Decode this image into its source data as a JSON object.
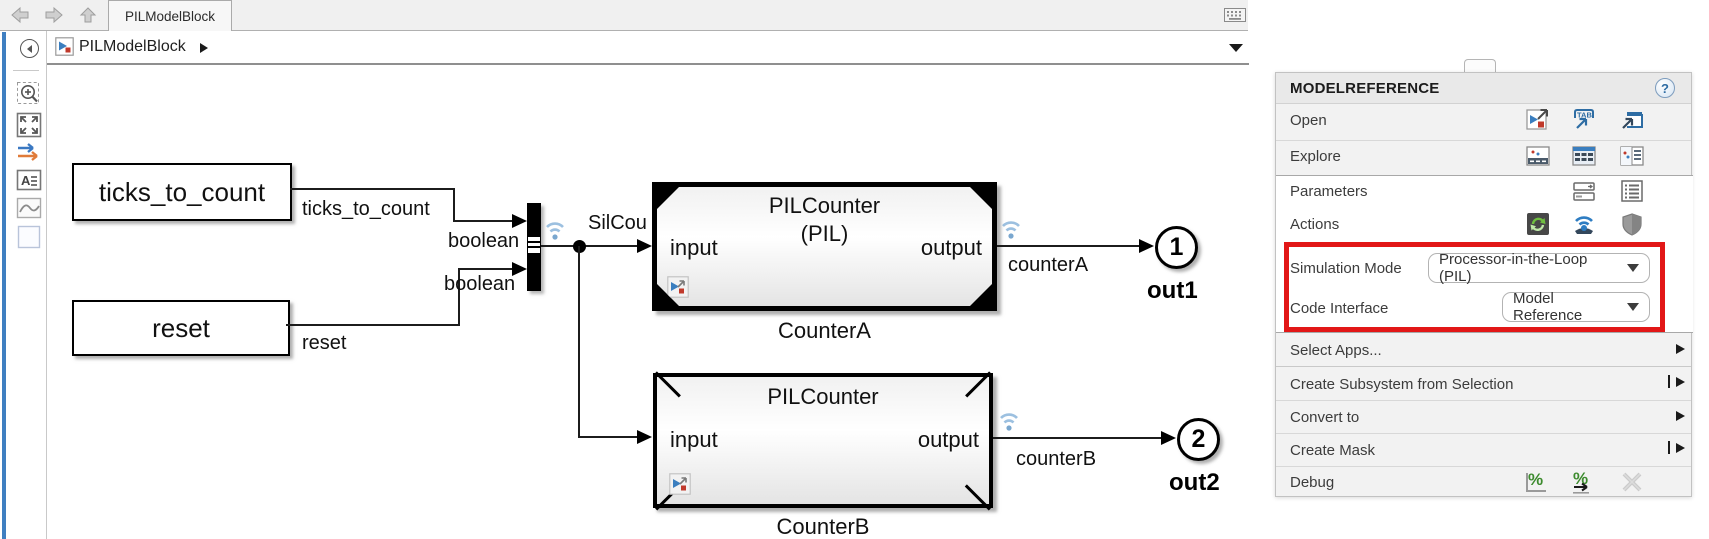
{
  "window": {
    "tab": "PILModelBlock",
    "breadcrumb": "PILModelBlock"
  },
  "sidebar": {
    "icons": [
      "hide-browser-icon",
      "zoom-region-icon",
      "fit-to-view-icon",
      "update-diagram-icon",
      "annotation-icon",
      "image-icon",
      "area-icon"
    ]
  },
  "canvas": {
    "inports": [
      {
        "label": "ticks_to_count"
      },
      {
        "label": "reset"
      }
    ],
    "model_blocks": [
      {
        "title": "PILCounter",
        "subtitle": "(PIL)",
        "name": "CounterA",
        "in_port": "input",
        "out_port": "output"
      },
      {
        "title": "PILCounter",
        "subtitle": "",
        "name": "CounterB",
        "in_port": "input",
        "out_port": "output"
      }
    ],
    "outports": [
      {
        "number": "1",
        "label": "out1"
      },
      {
        "number": "2",
        "label": "out2"
      }
    ],
    "signal_labels": {
      "ticks": "ticks_to_count",
      "boolean_top": "boolean",
      "boolean_bottom": "boolean",
      "reset": "reset",
      "sil": "SilCou",
      "counter_a": "counterA",
      "counter_b": "counterB"
    }
  },
  "panel": {
    "title": "MODELREFERENCE",
    "help_label": "?",
    "open_label": "Open",
    "explore_label": "Explore",
    "parameters_label": "Parameters",
    "actions_label": "Actions",
    "simulation_mode": {
      "label": "Simulation Mode",
      "value": "Processor-in-the-Loop (PIL)"
    },
    "code_interface": {
      "label": "Code Interface",
      "value": "Model Reference"
    },
    "select_apps_label": "Select Apps...",
    "create_subsystem_label": "Create Subsystem from Selection",
    "convert_to_label": "Convert to",
    "create_mask_label": "Create Mask",
    "debug_label": "Debug",
    "debug_icon_glyph": "%"
  },
  "colors": {
    "highlight_red": "#e21717",
    "wifi_blue": "#9cc0e0",
    "selection_blue": "#3f7fc1",
    "help_blue": "#2e6da4"
  }
}
